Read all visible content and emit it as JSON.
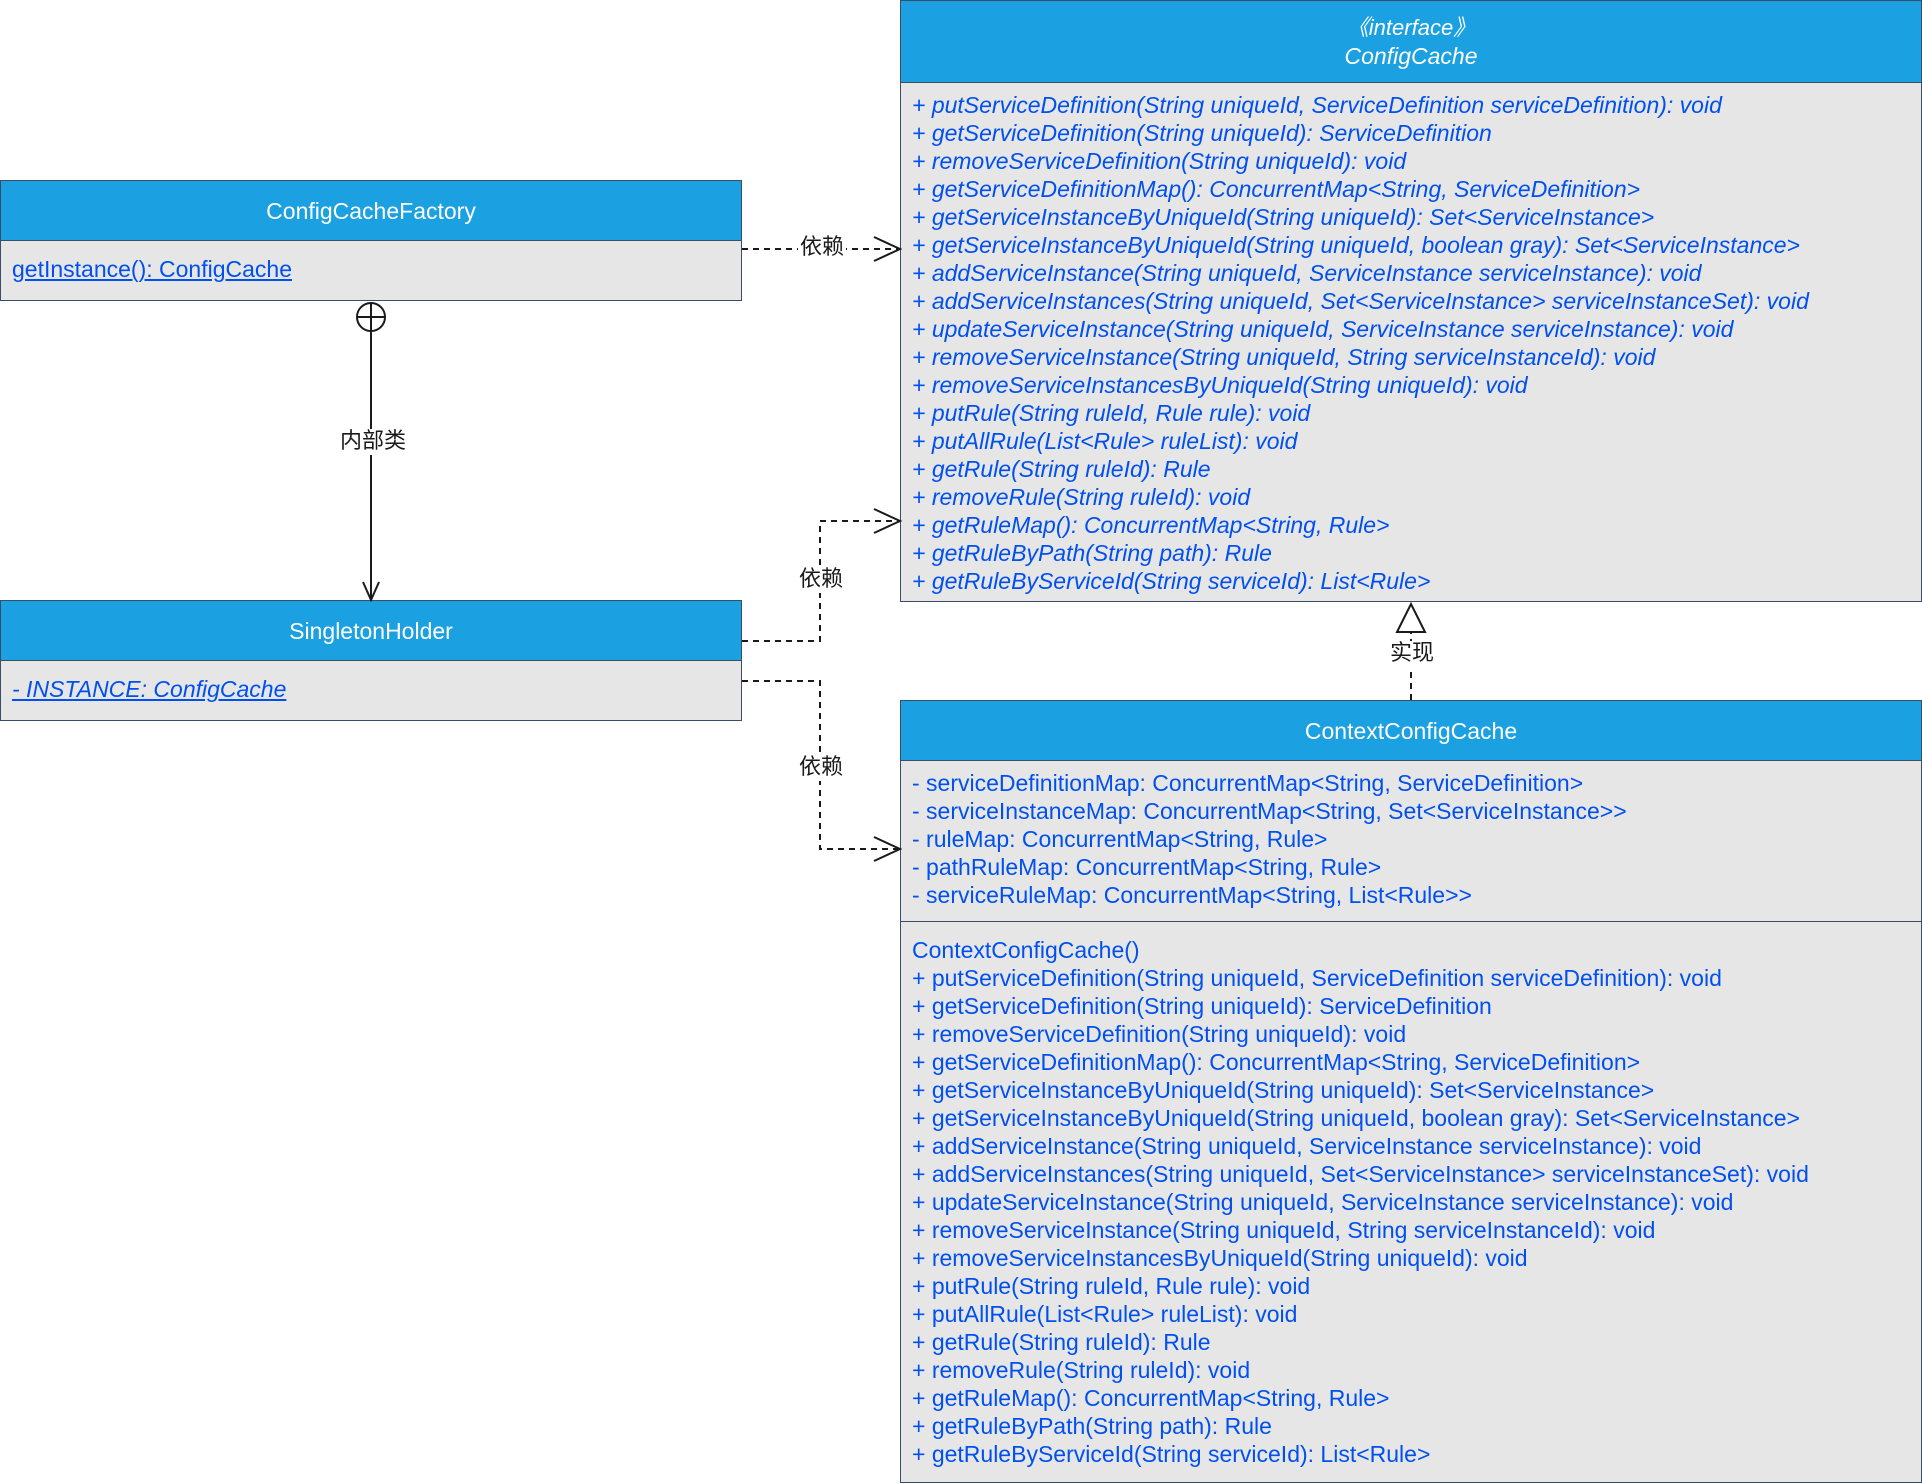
{
  "classes": {
    "config_cache_factory": {
      "name": "ConfigCacheFactory",
      "methods": [
        "getInstance(): ConfigCache"
      ]
    },
    "singleton_holder": {
      "name": "SingletonHolder",
      "attributes": [
        "- INSTANCE: ConfigCache"
      ]
    },
    "config_cache": {
      "stereotype": "《interface》",
      "name": "ConfigCache",
      "methods": [
        "+ putServiceDefinition(String uniqueId, ServiceDefinition serviceDefinition): void",
        "+ getServiceDefinition(String uniqueId): ServiceDefinition",
        "+ removeServiceDefinition(String uniqueId): void",
        "+ getServiceDefinitionMap(): ConcurrentMap<String, ServiceDefinition>",
        "+ getServiceInstanceByUniqueId(String uniqueId): Set<ServiceInstance>",
        "+ getServiceInstanceByUniqueId(String uniqueId, boolean gray): Set<ServiceInstance>",
        "+ addServiceInstance(String uniqueId, ServiceInstance serviceInstance): void",
        "+ addServiceInstances(String uniqueId, Set<ServiceInstance> serviceInstanceSet): void",
        "+ updateServiceInstance(String uniqueId, ServiceInstance serviceInstance): void",
        "+ removeServiceInstance(String uniqueId, String serviceInstanceId): void",
        "+ removeServiceInstancesByUniqueId(String uniqueId): void",
        "+ putRule(String ruleId, Rule rule): void",
        "+ putAllRule(List<Rule> ruleList): void",
        "+ getRule(String ruleId): Rule",
        "+ removeRule(String ruleId): void",
        "+ getRuleMap(): ConcurrentMap<String, Rule>",
        "+ getRuleByPath(String path): Rule",
        "+ getRuleByServiceId(String serviceId): List<Rule>"
      ]
    },
    "context_config_cache": {
      "name": "ContextConfigCache",
      "attributes": [
        "- serviceDefinitionMap: ConcurrentMap<String, ServiceDefinition>",
        "- serviceInstanceMap: ConcurrentMap<String, Set<ServiceInstance>>",
        "- ruleMap: ConcurrentMap<String, Rule>",
        "- pathRuleMap: ConcurrentMap<String, Rule>",
        "- serviceRuleMap: ConcurrentMap<String, List<Rule>>"
      ],
      "methods": [
        "ContextConfigCache()",
        "+ putServiceDefinition(String uniqueId, ServiceDefinition serviceDefinition): void",
        "+ getServiceDefinition(String uniqueId): ServiceDefinition",
        "+ removeServiceDefinition(String uniqueId): void",
        "+ getServiceDefinitionMap(): ConcurrentMap<String, ServiceDefinition>",
        "+ getServiceInstanceByUniqueId(String uniqueId): Set<ServiceInstance>",
        "+ getServiceInstanceByUniqueId(String uniqueId, boolean gray): Set<ServiceInstance>",
        "+ addServiceInstance(String uniqueId, ServiceInstance serviceInstance): void",
        "+ addServiceInstances(String uniqueId, Set<ServiceInstance> serviceInstanceSet): void",
        "+ updateServiceInstance(String uniqueId, ServiceInstance serviceInstance): void",
        "+ removeServiceInstance(String uniqueId, String serviceInstanceId): void",
        "+ removeServiceInstancesByUniqueId(String uniqueId): void",
        "+ putRule(String ruleId, Rule rule): void",
        "+ putAllRule(List<Rule> ruleList): void",
        "+ getRule(String ruleId): Rule",
        "+ removeRule(String ruleId): void",
        "+ getRuleMap(): ConcurrentMap<String, Rule>",
        "+ getRuleByPath(String path): Rule",
        "+ getRuleByServiceId(String serviceId): List<Rule>"
      ]
    }
  },
  "relations": {
    "factory_to_interface": "依赖",
    "factory_to_holder": "内部类",
    "holder_to_interface": "依赖",
    "holder_to_impl": "依赖",
    "impl_to_interface": "实现"
  },
  "colors": {
    "header_fill": "#1ba1e2",
    "header_text": "#ffffff",
    "body_fill": "#e6e6e6",
    "member_text": "#0050ef",
    "border": "#3a4d66",
    "connector": "#1a1a1a"
  }
}
